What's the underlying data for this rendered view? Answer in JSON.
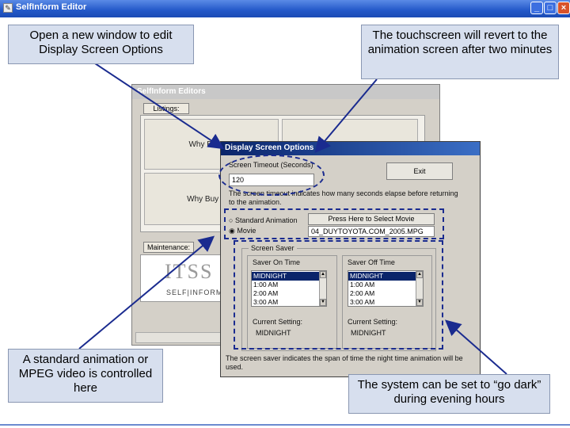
{
  "window": {
    "title": "SelfInform Editor",
    "app_icon": "app-icon",
    "controls": [
      "_",
      "□",
      "×"
    ]
  },
  "editors_window": {
    "title": "SelfInform Editors",
    "listings_label": "Listings:",
    "cells": [
      "Why Buy a T",
      "Why Buy a Mi"
    ],
    "maintenance_label": "Maintenance:",
    "logo_top": "ITSS",
    "logo_bottom": "SELF|INFORM"
  },
  "dialog": {
    "title": "Display Screen Options",
    "timeout_label": "Screen Timeout (Seconds)",
    "timeout_value": "120",
    "exit_label": "Exit",
    "timeout_note": "The screen timeout indicates how many seconds elapse before returning to the animation.",
    "radio_standard": "Standard Animation",
    "radio_movie": "Movie",
    "select_movie_label": "Press Here to Select Movie",
    "movie_file": "04_DUYTOYOTA.COM_2005.MPG",
    "saver_group": "Screen Saver",
    "saver_on_label": "Saver On Time",
    "saver_off_label": "Saver Off Time",
    "saver_on_items": [
      "MIDNIGHT",
      "1:00 AM",
      "2:00 AM",
      "3:00 AM"
    ],
    "saver_off_items": [
      "MIDNIGHT",
      "1:00 AM",
      "2:00 AM",
      "3:00 AM"
    ],
    "current_setting_label": "Current Setting:",
    "current_setting_on": "MIDNIGHT",
    "current_setting_off": "MIDNIGHT",
    "saver_note": "The screen saver indicates the span of time the night time animation will be used."
  },
  "callouts": {
    "top_left": "Open  a new window to edit Display Screen Options",
    "top_right": "The touchscreen will revert to the animation screen after two minutes",
    "bottom_left": "A standard animation or MPEG video is controlled here",
    "bottom_right": "The system can be set to “go dark” during evening hours"
  },
  "colors": {
    "callout_bg": "#d7dfee",
    "highlight": "#1a2b8f",
    "title_bar": "#2358c8"
  }
}
